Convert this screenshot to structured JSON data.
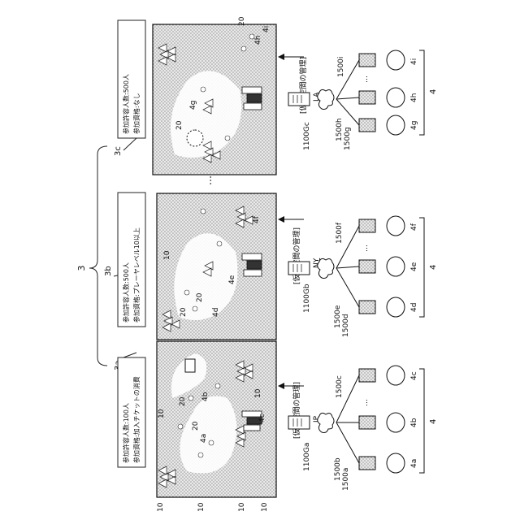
{
  "system_label": "3",
  "spaces": [
    {
      "id_label": "3a",
      "condition_line1": "参加許容人数:100人",
      "condition_line2": "参加資格:加入チケットの消費",
      "management_label": "[仮想空間の管理]",
      "server_label": "1100Ga",
      "city": "JP",
      "link_labels": [
        "1500a",
        "1500b",
        "1500c"
      ],
      "user_labels": [
        "4a",
        "4b",
        "4c"
      ],
      "group_label": "4",
      "avatar_labels": [
        "4a",
        "4b",
        "4c"
      ],
      "object_labels": [
        "20",
        "20",
        "10",
        "10"
      ]
    },
    {
      "id_label": "3b",
      "condition_line1": "参加許容人数:500人",
      "condition_line2": "参加資格:プレーヤレベル10以上",
      "management_label": "[仮想空間の管理]",
      "server_label": "1100Gb",
      "city": "NY",
      "link_labels": [
        "1500d",
        "1500e",
        "1500f"
      ],
      "user_labels": [
        "4d",
        "4e",
        "4f"
      ],
      "group_label": "4",
      "avatar_labels": [
        "4d",
        "4e",
        "4f"
      ],
      "object_labels": [
        "20",
        "20",
        "10"
      ]
    },
    {
      "id_label": "3c",
      "condition_line1": "参加許容人数:500人",
      "condition_line2": "参加資格:なし",
      "management_label": "[仮想空間の管理]",
      "server_label": "1100Gc",
      "city": "LA",
      "link_labels": [
        "1500g",
        "1500h",
        "1500i"
      ],
      "user_labels": [
        "4g",
        "4h",
        "4i"
      ],
      "group_label": "4",
      "avatar_labels": [
        "4g",
        "4h",
        "4i"
      ],
      "object_labels": [
        "20",
        "20"
      ]
    }
  ],
  "left_ref_labels": [
    "10",
    "10",
    "10",
    "10"
  ],
  "ellipsis": "…"
}
